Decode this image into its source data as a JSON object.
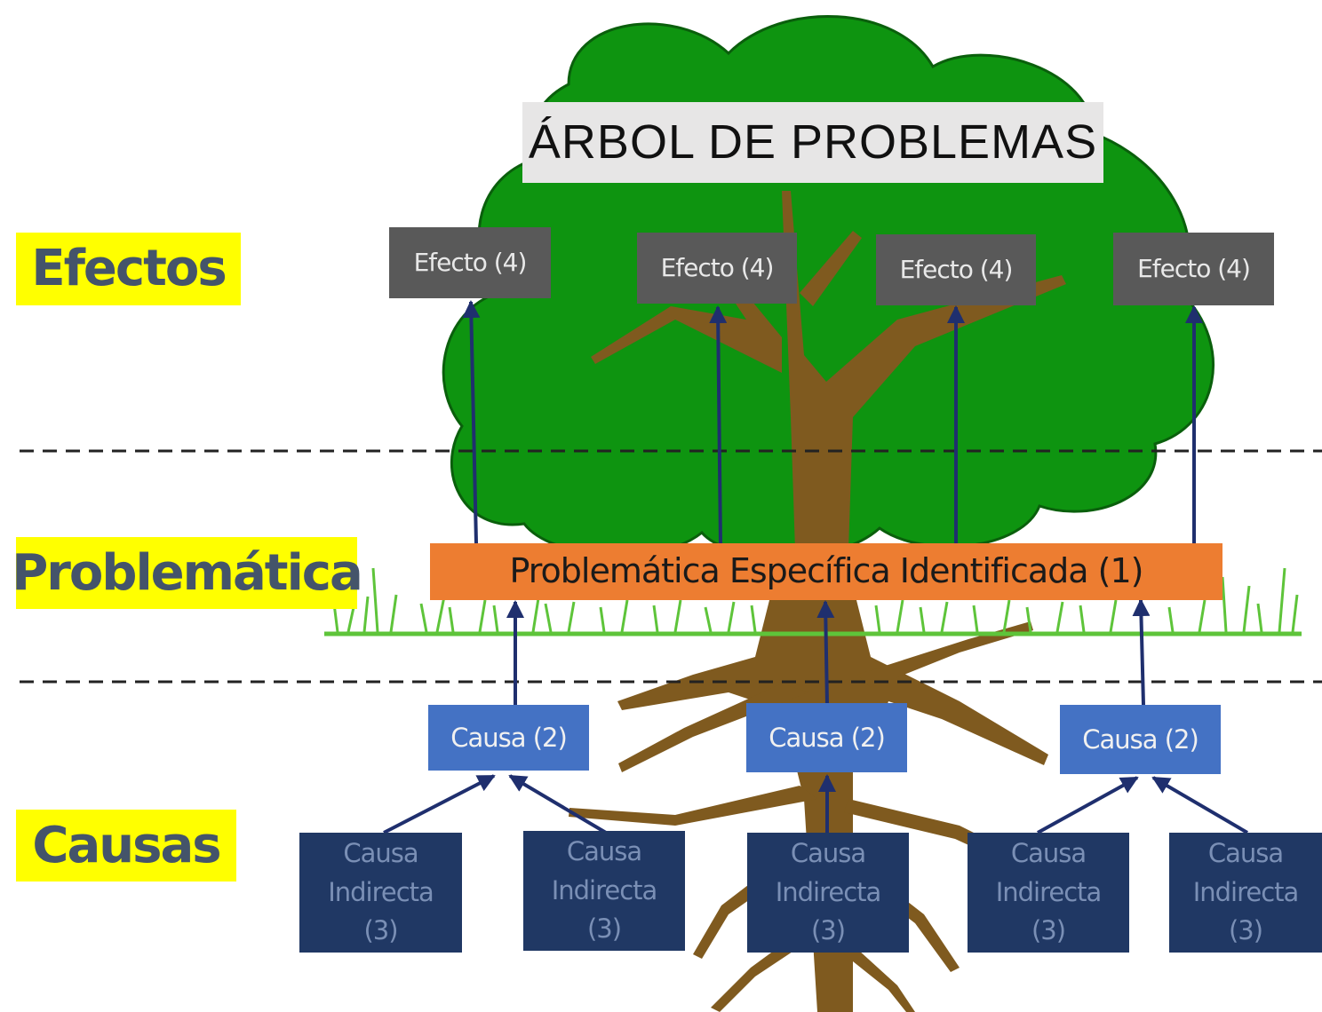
{
  "title": "ÁRBOL DE PROBLEMAS",
  "side_labels": {
    "effects": "Efectos",
    "problem": "Problemática",
    "causes": "Causas"
  },
  "effects": [
    {
      "label": "Efecto (4)"
    },
    {
      "label": "Efecto (4)"
    },
    {
      "label": "Efecto (4)"
    },
    {
      "label": "Efecto (4)"
    }
  ],
  "problem": {
    "label": "Problemática Específica Identificada (1)"
  },
  "causes": [
    {
      "label": "Causa (2)"
    },
    {
      "label": "Causa (2)"
    },
    {
      "label": "Causa (2)"
    }
  ],
  "indirect_causes": [
    {
      "label": "Causa\nIndirecta\n(3)"
    },
    {
      "label": "Causa\nIndirecta\n(3)"
    },
    {
      "label": "Causa\nIndirecta\n(3)"
    },
    {
      "label": "Causa\nIndirecta\n(3)"
    },
    {
      "label": "Causa\nIndirecta\n(3)"
    }
  ],
  "colors": {
    "canopy": "#0e9410",
    "trunk": "#7f5a1f",
    "grass": "#5ec43a",
    "side_label_bg": "#ffff00",
    "side_label_text": "#44546a",
    "effect_box": "#595959",
    "problem_box": "#ed7d31",
    "cause_box": "#4472c4",
    "indirect_box": "#203864",
    "arrow": "#1f2f6e"
  }
}
